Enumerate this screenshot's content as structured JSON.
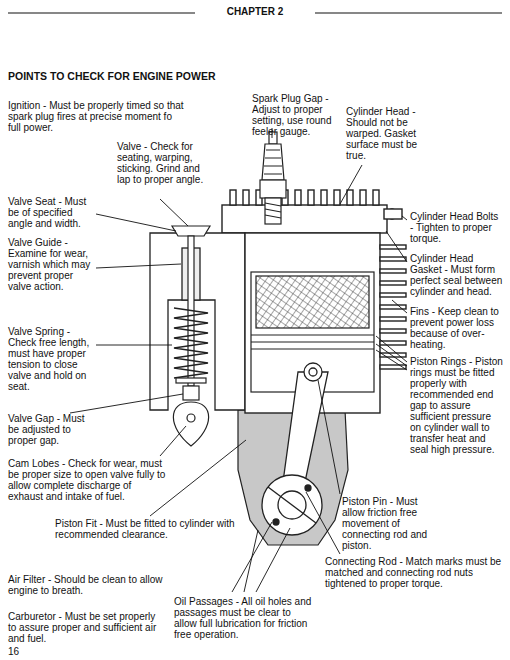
{
  "diagram": {
    "title": "POINTS TO CHECK FOR ENGINE POWER",
    "labels": [
      "CHAPTER 2",
      "Ignition - Must be properly timed so that spark plug fires at precise moment fo full power.",
      "Spark Plug Gap - Adjust to proper setting, use round feeler gauge.",
      "Valve - Check for seating, warping, sticking. Grind and lap to proper angle.",
      "Cylinder Head - Should not be warped. Gasket surface must be true.",
      "Valve Seat - Must be of specified angle and width.",
      "Cylinder Head Bolts - Tighten to proper torque.",
      "Valve Guide - Examine for wear, varnish which may prevent proper valve action.",
      "Cylinder Head Gasket - Must form perfect seal between cylinder and head.",
      "Fins - Keep clean to prevent power loss because of over-heating.",
      "Valve Spring - Check free length, must have proper tension to close valve and hold on seat.",
      "Piston Rings - Piston rings must be fitted properly with recommended end gap to assure sufficient pressure on cylinder wall to transfer heat and seal high pressure.",
      "Valve Gap - Must be adjusted to proper gap.",
      "Cam Lobes - Check for wear, must be proper size to open valve fully to allow complete discharge of exhaust and intake of fuel.",
      "Piston Pin - Must allow friction free movement of connecting rod and piston.",
      "Piston Fit - Must be fitted to cylinder with recommended clearance.",
      "Connecting Rod - Match marks must be matched and connecting rod nuts tightened to proper torque.",
      "Air Filter - Should be clean to allow engine to breath.",
      "Oil Passages - All oil holes and passages must be clear to allow full lubrication for friction free operation.",
      "Carburetor - Must be set properly to assure proper and sufficient air and fuel.",
      "16"
    ]
  }
}
